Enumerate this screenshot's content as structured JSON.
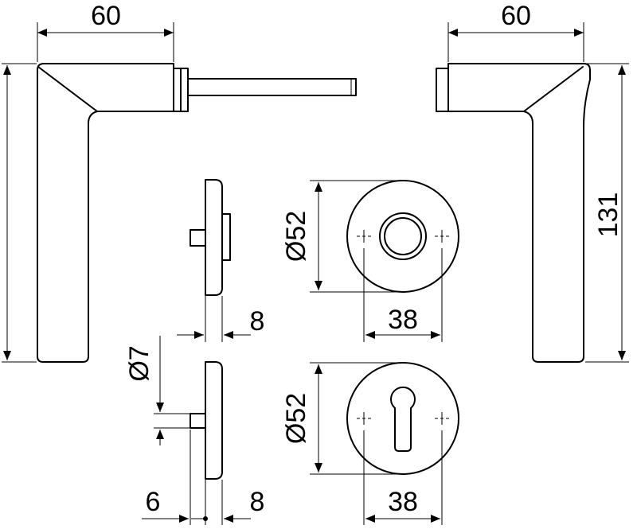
{
  "dimensions": {
    "left_handle_width": "60",
    "right_handle_width": "60",
    "handle_height": "131",
    "rose_diameter_top": "Ø52",
    "rose_diameter_bottom": "Ø52",
    "rose_width_top": "38",
    "rose_width_bottom": "38",
    "rose_thickness_top": "8",
    "rose_thickness_bottom": "8",
    "spindle_diameter": "Ø7",
    "spindle_offset": "6"
  }
}
